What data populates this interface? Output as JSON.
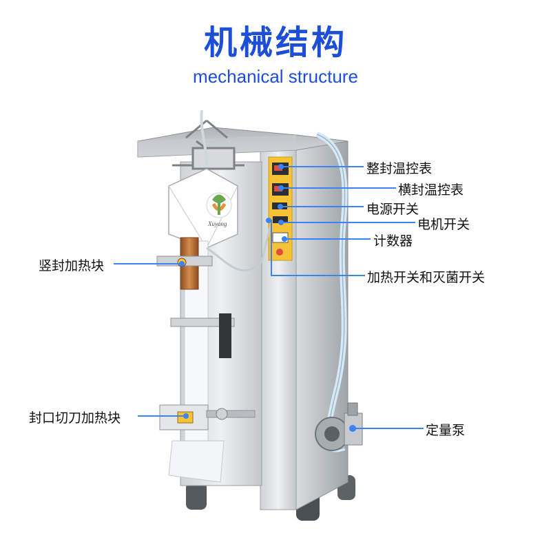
{
  "title": "机械结构",
  "subtitle": "mechanical structure",
  "brand": "Xuyang",
  "colors": {
    "accent": "#1d4ed8",
    "callout": "#3b82f6",
    "steel_light": "#e6e8ea",
    "steel_mid": "#b9bdc1",
    "steel_dark": "#8d9296",
    "panel_yellow": "#f6c236",
    "copper": "#b8733a",
    "logo_green": "#6aa84f",
    "logo_orange": "#e69138"
  },
  "labels": {
    "l1": "整封温控表",
    "l2": "横封温控表",
    "l3": "电源开关",
    "l4": "电机开关",
    "l5": "计数器",
    "l6": "加热开关和灭菌开关",
    "l7": "竖封加热块",
    "l8": "封口切刀加热块",
    "l9": "定量泵"
  }
}
